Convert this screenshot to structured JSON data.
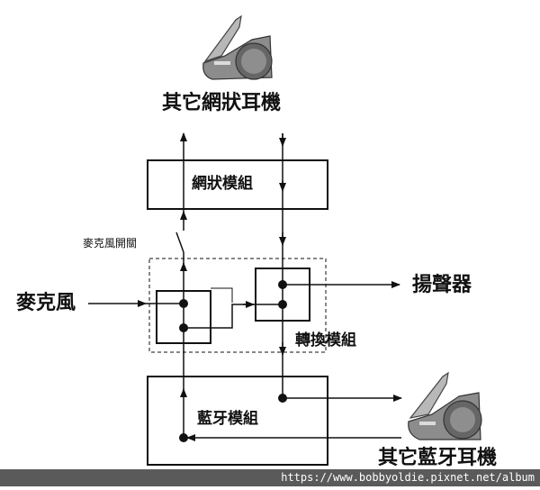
{
  "labels": {
    "mesh_headsets": "其它網狀耳機",
    "mesh_module": "網狀模組",
    "mic_switch": "麥克風開關",
    "microphone": "麥克風",
    "speaker": "揚聲器",
    "conversion_module": "轉換模組",
    "bluetooth_module": "藍牙模組",
    "bluetooth_headsets": "其它藍牙耳機"
  },
  "footer": {
    "url": "https://www.bobbyoldie.pixnet.net/album"
  },
  "colors": {
    "line": "#111111",
    "device_body": "#8c8c8c",
    "device_dark": "#555555",
    "footer_bg": "#5a5a5a"
  },
  "icons": {
    "headset_device": "headset-device-icon"
  }
}
